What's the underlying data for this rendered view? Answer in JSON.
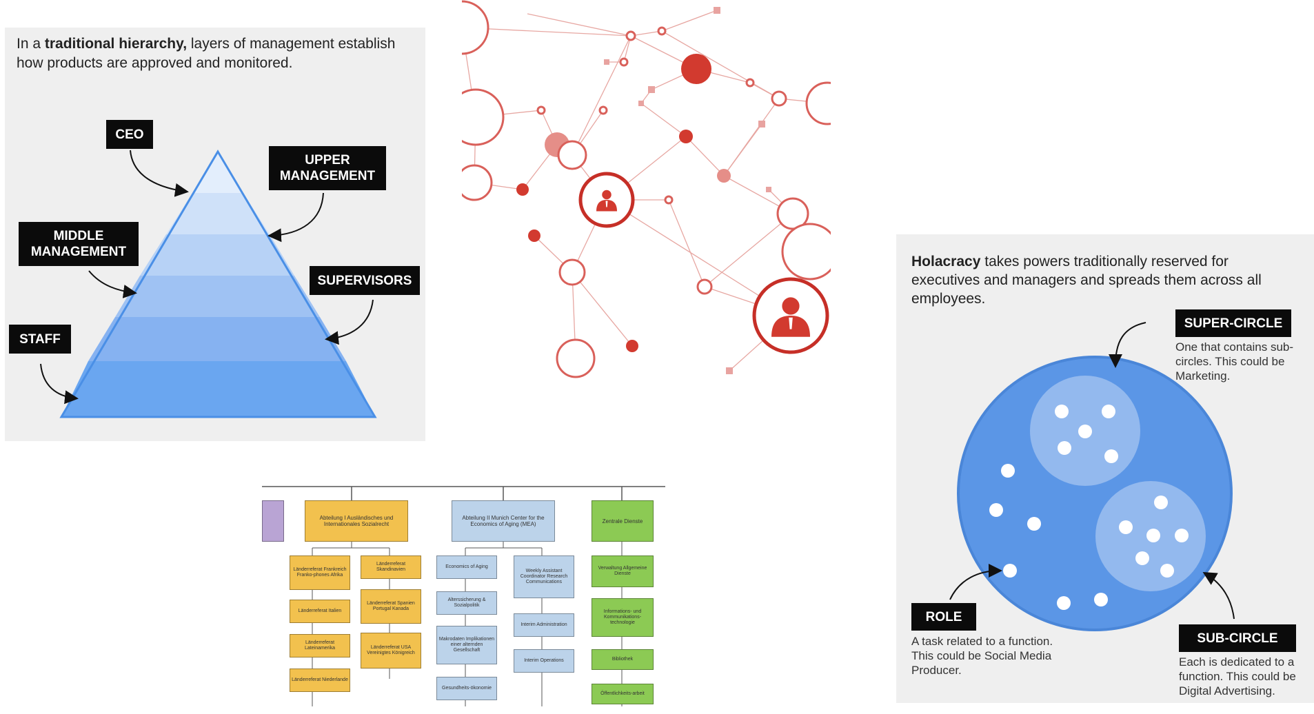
{
  "hierarchy": {
    "intro_prefix": "In a ",
    "intro_bold": "traditional hierarchy,",
    "intro_suffix": " layers of management establish how products are approved and monitored.",
    "labels": {
      "ceo": "CEO",
      "upper_management": "UPPER MANAGEMENT",
      "middle_management": "MIDDLE MANAGEMENT",
      "supervisors": "SUPERVISORS",
      "staff": "STAFF"
    },
    "colors": {
      "pyramid_top": "#e3eefc",
      "pyramid_base": "#6aa6f0",
      "outline": "#4a8fe6"
    }
  },
  "holacracy": {
    "intro_bold": "Holacracy",
    "intro_rest": " takes powers traditionally reserved for executives and managers and spreads them across all employees.",
    "super_circle": {
      "label": "SUPER-CIRCLE",
      "description": "One that contains sub-circles. This could be Marketing."
    },
    "role": {
      "label": "ROLE",
      "description": "A task related to a function. This could be Social Media Producer."
    },
    "sub_circle": {
      "label": "SUB-CIRCLE",
      "description": "Each is dedicated to a function. This could be Digital Advertising."
    },
    "colors": {
      "circle": "#5b96e6",
      "sub": "#93b9ee",
      "dot": "#ffffff"
    }
  },
  "network": {
    "colors": {
      "node": "#d23a2f",
      "line": "#e7a7a2",
      "person_icon": "person-icon"
    }
  },
  "org_chart": {
    "columns": [
      {
        "header": "Abteilung I Ausländisches und Internationales Sozialrecht",
        "color": "#f2c14e",
        "items": [
          "Länderreferat Frankreich Franko-phones Afrika",
          "Länderreferat Skandinavien",
          "Länderreferat Italien",
          "Länderreferat Spanien Portugal Kanada",
          "Länderreferat Lateinamerika",
          "Länderreferat USA Vereinigtes Königreich",
          "Länderreferat Niederlande"
        ]
      },
      {
        "header": "Abteilung II Munich Center for the Economics of Aging (MEA)",
        "color": "#bcd3ea",
        "items": [
          "Economics of Aging",
          "Weekly Assistant Coordinator Research Communications",
          "Alterssicherung & Sozialpolitik",
          "Interim Administration",
          "Makrodaten Implikationen einer alternden Gesellschaft",
          "Interim Operations",
          "Gesundheits-ökonomie"
        ]
      },
      {
        "header": "Zentrale Dienste",
        "color": "#8cca54",
        "items": [
          "Verwaltung Allgemeine Dienste",
          "Informations- und Kommunikations-technologie",
          "Bibliothek",
          "Öffentlichkeits-arbeit"
        ]
      }
    ]
  }
}
